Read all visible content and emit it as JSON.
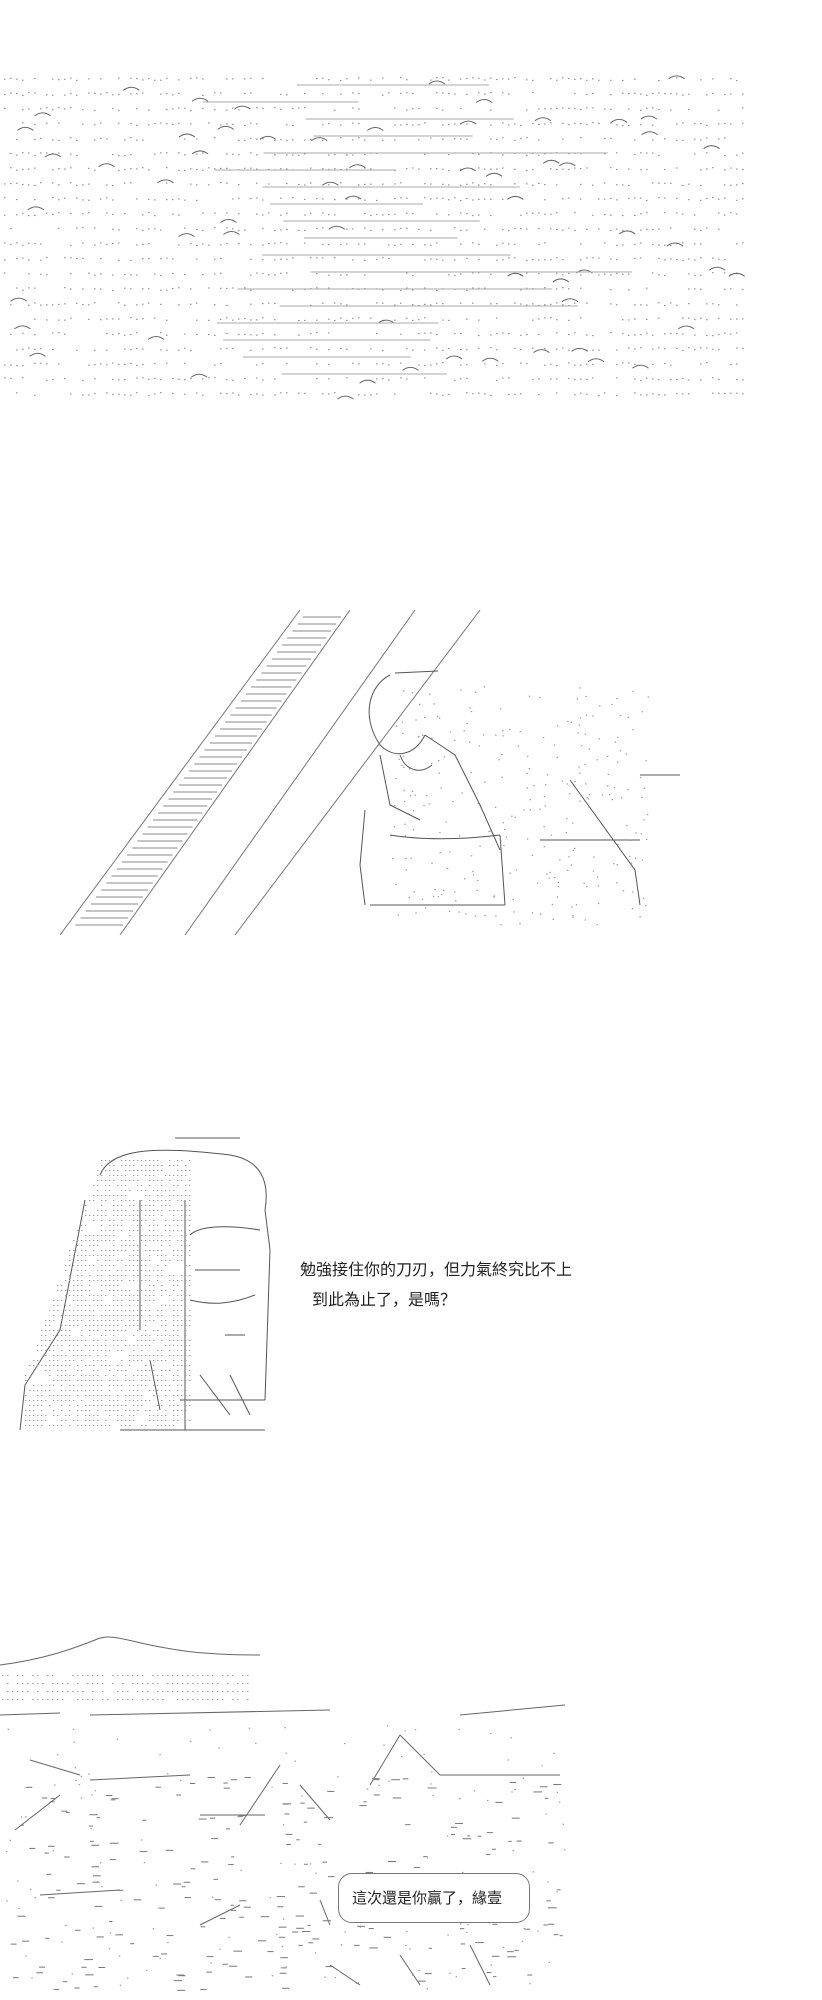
{
  "panel_2": {
    "figure": "human-figure"
  },
  "panel_3": {
    "dialogue_line_1": "勉強接住你的刀刃，但力氣終究比不上",
    "dialogue_line_2": "到此為止了，是嗎？",
    "figure": "hooded-figure"
  },
  "panel_4": {
    "speech_bubble_text": "這次還是你贏了，緣壹"
  },
  "icons": {
    "panel_1_art": "forest-canopy-icon",
    "panel_2_art": "figure-in-moonlight-icon",
    "panel_3_art": "hooded-figure-icon",
    "panel_4_art": "mountain-landscape-icon"
  }
}
